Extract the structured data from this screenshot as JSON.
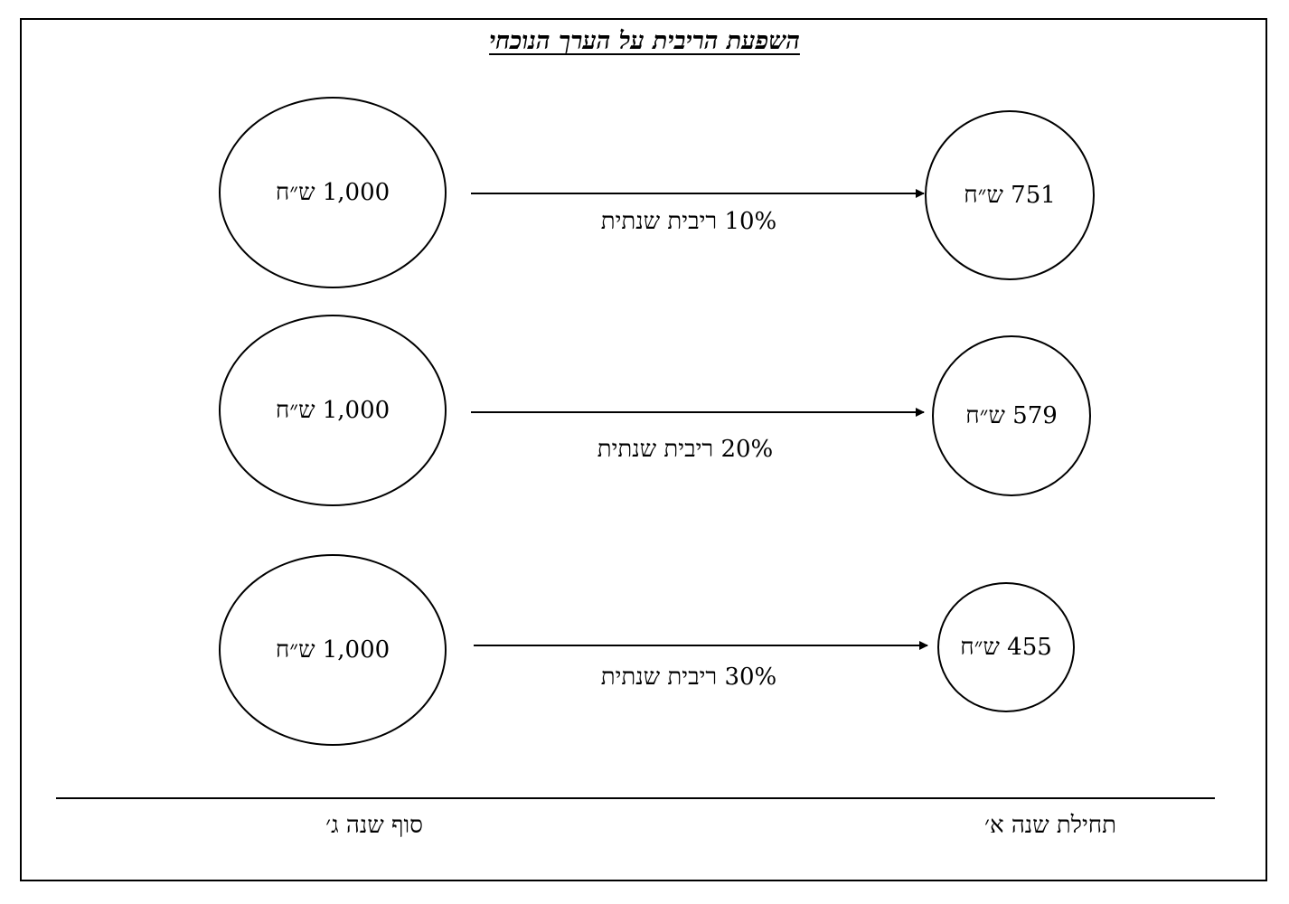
{
  "diagram": {
    "title": "השפעת הריבית על הערך הנוכחי",
    "rows": [
      {
        "future_value": "1,000 ש״ח",
        "present_value": "751 ש״ח",
        "rate_label": "10% ריבית שנתית"
      },
      {
        "future_value": "1,000 ש״ח",
        "present_value": "579 ש״ח",
        "rate_label": "20% ריבית שנתית"
      },
      {
        "future_value": "1,000 ש״ח",
        "present_value": "455 ש״ח",
        "rate_label": "30% ריבית שנתית"
      }
    ],
    "timeline": {
      "end_label": "סוף שנה ג׳",
      "start_label": "תחילת שנה א׳"
    }
  }
}
